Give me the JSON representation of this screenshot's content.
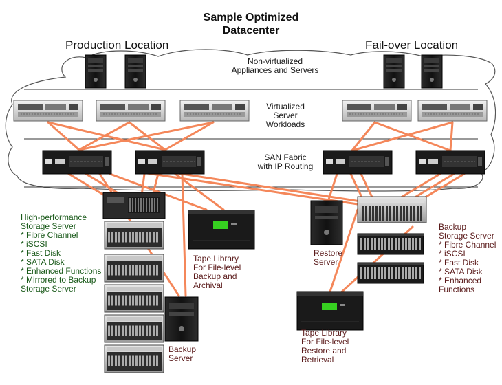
{
  "title": [
    "Sample Optimized",
    "Datacenter"
  ],
  "locations": {
    "production": "Production Location",
    "failover": "Fail-over Location"
  },
  "zones": {
    "nonvirtualized": [
      "Non-virtualized",
      "Appliances and Servers"
    ],
    "virtualized": [
      "Virtualized",
      "Server",
      "Workloads"
    ],
    "san": [
      "SAN Fabric",
      "with IP Routing"
    ]
  },
  "labels": {
    "hp_storage": [
      "High-performance",
      "Storage Server",
      "* Fibre Channel",
      "* iSCSI",
      "* Fast Disk",
      "* SATA Disk",
      "* Enhanced Functions",
      "* Mirrored to Backup",
      "Storage Server"
    ],
    "tape_left": [
      "Tape Library",
      "For File-level",
      "Backup and",
      "Archival"
    ],
    "backup_server": [
      "Backup",
      "Server"
    ],
    "restore_server": [
      "Restore",
      "Server"
    ],
    "backup_storage": [
      "Backup",
      "Storage Server",
      "* Fibre Channel",
      "* iSCSI",
      "* Fast Disk",
      "* SATA Disk",
      "* Enhanced",
      "Functions"
    ],
    "tape_right": [
      "Tape Library",
      "For File-level",
      "Restore and",
      "Retrieval"
    ]
  },
  "colors": {
    "link": "#f4875a",
    "cloud": "#555555",
    "divider": "#333333",
    "green_text": "#1a5a1a",
    "maroon_text": "#5a1a1a"
  }
}
